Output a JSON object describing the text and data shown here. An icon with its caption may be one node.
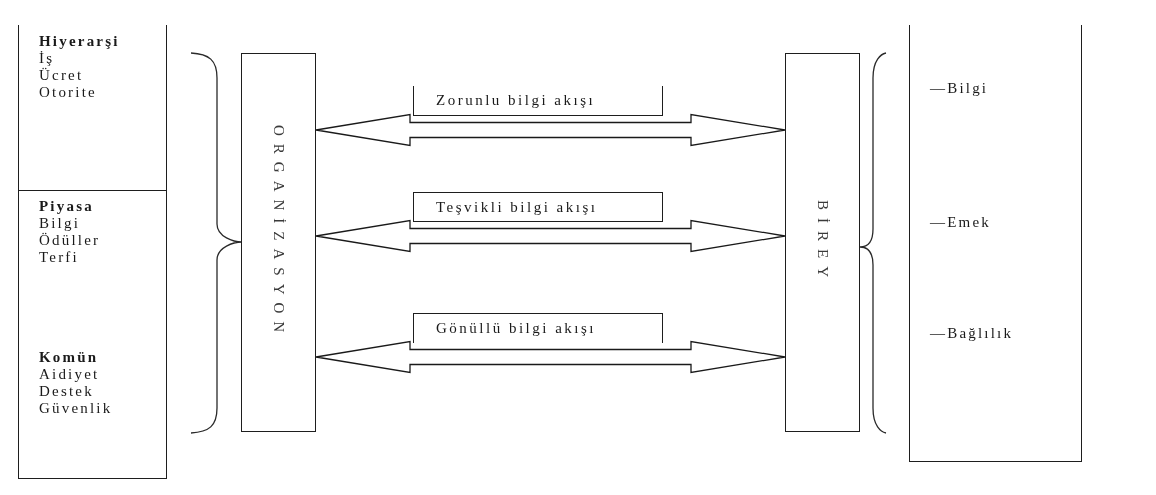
{
  "diagram": {
    "nodes": [
      {
        "text": [
          "Hiyerarşi",
          "İş",
          "Ücret",
          "Otorite"
        ]
      },
      {
        "text": [
          "Piyasa",
          "Bilgi",
          "Ödüller",
          "Terfi",
          "Komün",
          "Aidiyet",
          "Destek",
          "Güvenlik"
        ]
      },
      {
        "text": [
          "ORGANİZASYON"
        ]
      },
      {
        "text": [
          "BİREY"
        ]
      },
      {
        "text": [
          "—Bilgi",
          "—Emek",
          "—Bağlılık"
        ]
      }
    ],
    "edges": [
      {
        "from": 2,
        "to": 3,
        "arrow": "both",
        "label": "Zorunlu bilgi akışı"
      },
      {
        "from": 2,
        "to": 3,
        "arrow": "both",
        "label": "Teşvikli bilgi akışı"
      },
      {
        "from": 2,
        "to": 3,
        "arrow": "both",
        "label": "Gönüllü bilgi akışı"
      }
    ]
  }
}
